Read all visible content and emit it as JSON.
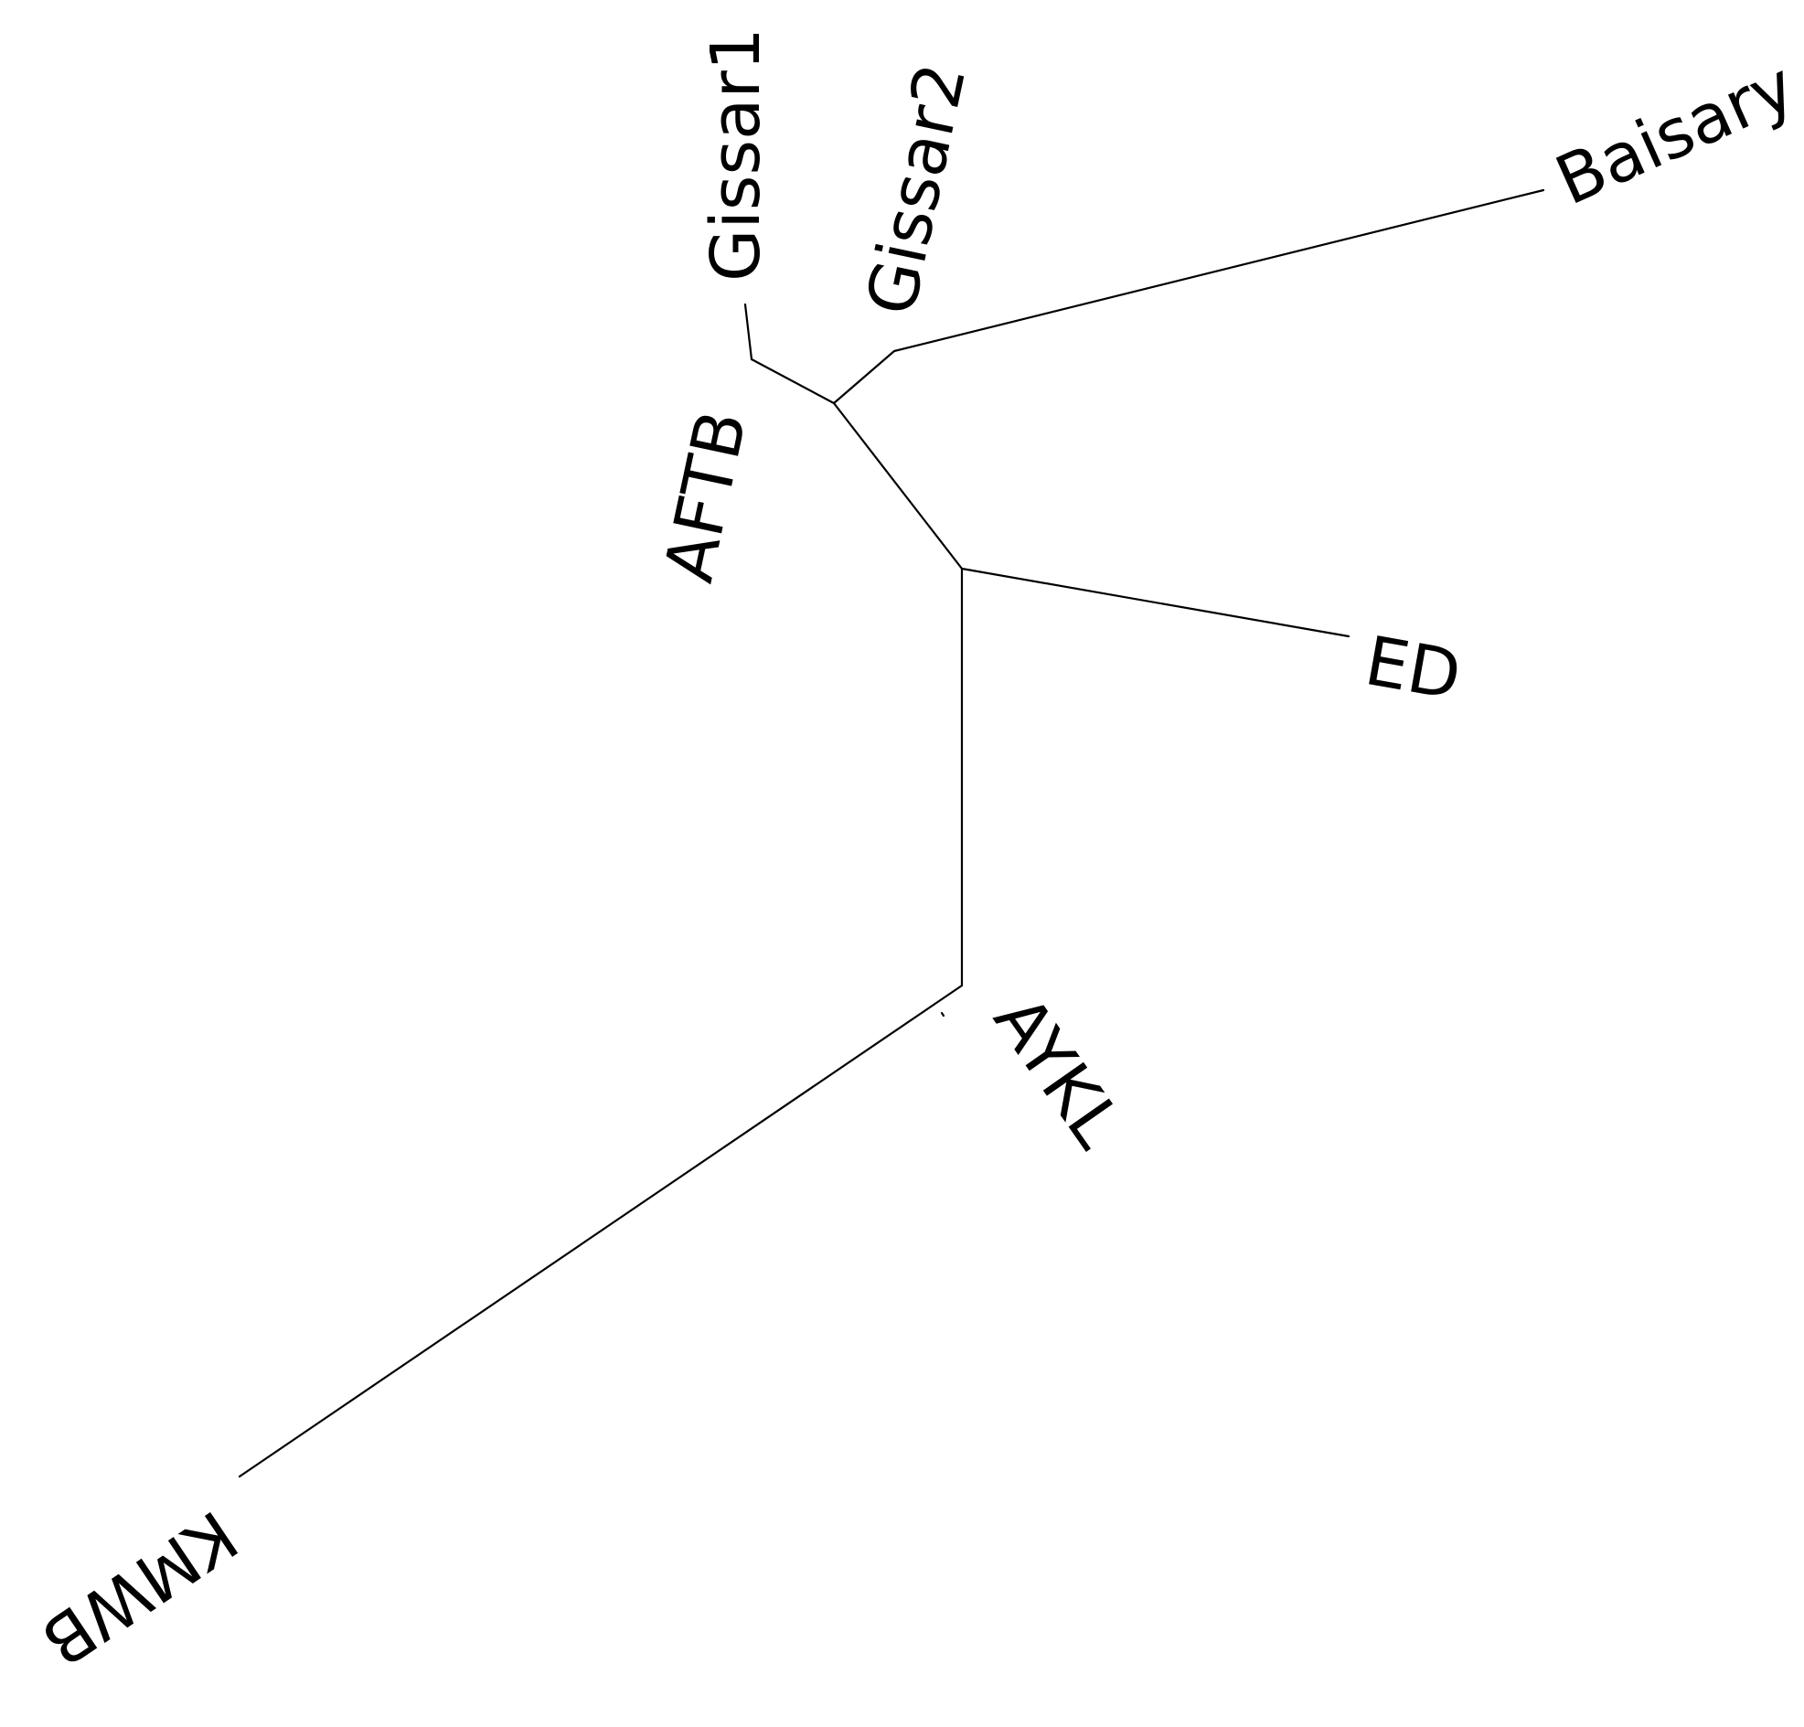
{
  "tree": {
    "type": "unrooted-phylogenetic-tree",
    "line_color": "#000000",
    "background_color": "#ffffff",
    "taxa": {
      "gissar1": "Gissar1",
      "gissar2": "Gissar2",
      "baisary": "Baisary",
      "aftb": "AFTB",
      "ed": "ED",
      "aykl": "AYKL",
      "kmwb": "KMWB"
    }
  }
}
